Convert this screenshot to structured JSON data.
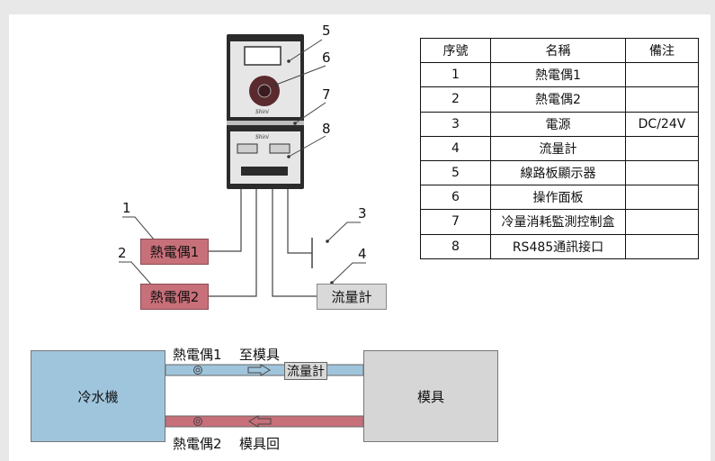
{
  "device_labels": {
    "callout_1": "1",
    "callout_2": "2",
    "callout_3": "3",
    "callout_4": "4",
    "callout_5": "5",
    "callout_6": "6",
    "callout_7": "7",
    "callout_8": "8",
    "thermocouple_1": "熱電偶1",
    "thermocouple_2": "熱電偶2",
    "flowmeter": "流量計"
  },
  "table": {
    "headers": [
      "序號",
      "名稱",
      "備注"
    ],
    "rows": [
      [
        "1",
        "熱電偶1",
        ""
      ],
      [
        "2",
        "熱電偶2",
        ""
      ],
      [
        "3",
        "電源",
        "DC/24V"
      ],
      [
        "4",
        "流量計",
        ""
      ],
      [
        "5",
        "線路板顯示器",
        ""
      ],
      [
        "6",
        "操作面板",
        ""
      ],
      [
        "7",
        "冷量消耗監測控制盒",
        ""
      ],
      [
        "8",
        "RS485通訊接口",
        ""
      ]
    ]
  },
  "flow_diagram": {
    "chiller": "冷水機",
    "mold": "模具",
    "top_label_tc": "熱電偶1",
    "top_label_dir": "至模具",
    "bottom_label_tc": "熱電偶2",
    "bottom_label_dir": "模具回",
    "flowmeter": "流量計"
  },
  "colors": {
    "thermocouple_fill": "#c8707a",
    "flowmeter_fill": "#d9d9d9",
    "chiller_fill": "#9fc5dc",
    "mold_fill": "#d6d6d6",
    "supply_pipe": "#9fc5dc",
    "return_pipe": "#c8707a"
  }
}
